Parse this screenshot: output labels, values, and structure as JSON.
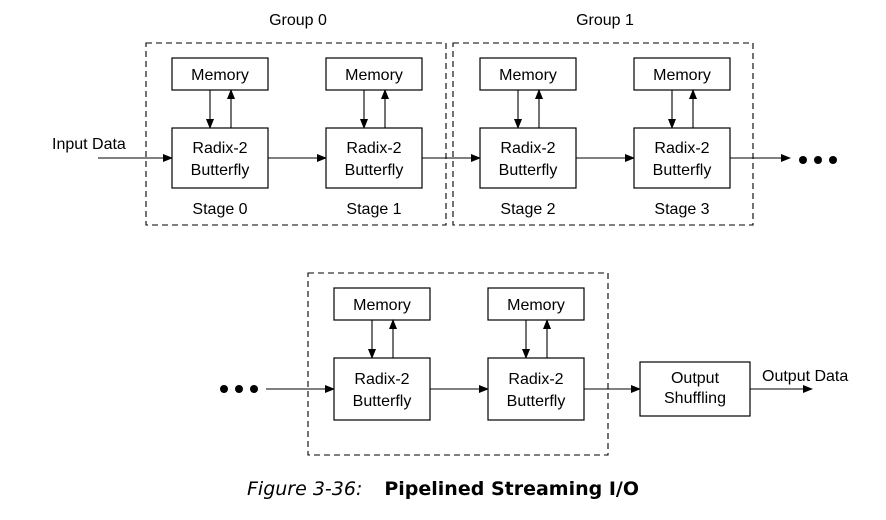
{
  "diagram": {
    "top_row": {
      "groups": [
        {
          "label": "Group 0"
        },
        {
          "label": "Group 1"
        }
      ],
      "input_label": "Input Data",
      "stages": [
        {
          "memory": "Memory",
          "bf1": "Radix-2",
          "bf2": "Butterfly",
          "stage": "Stage 0"
        },
        {
          "memory": "Memory",
          "bf1": "Radix-2",
          "bf2": "Butterfly",
          "stage": "Stage 1"
        },
        {
          "memory": "Memory",
          "bf1": "Radix-2",
          "bf2": "Butterfly",
          "stage": "Stage 2"
        },
        {
          "memory": "Memory",
          "bf1": "Radix-2",
          "bf2": "Butterfly",
          "stage": "Stage 3"
        }
      ]
    },
    "bottom_row": {
      "stages": [
        {
          "memory": "Memory",
          "bf1": "Radix-2",
          "bf2": "Butterfly"
        },
        {
          "memory": "Memory",
          "bf1": "Radix-2",
          "bf2": "Butterfly"
        }
      ],
      "shuffle1": "Output",
      "shuffle2": "Shuffling",
      "output_label": "Output Data"
    }
  },
  "caption": {
    "figure": "Figure 3-36:",
    "title": "Pipelined Streaming I/O"
  }
}
